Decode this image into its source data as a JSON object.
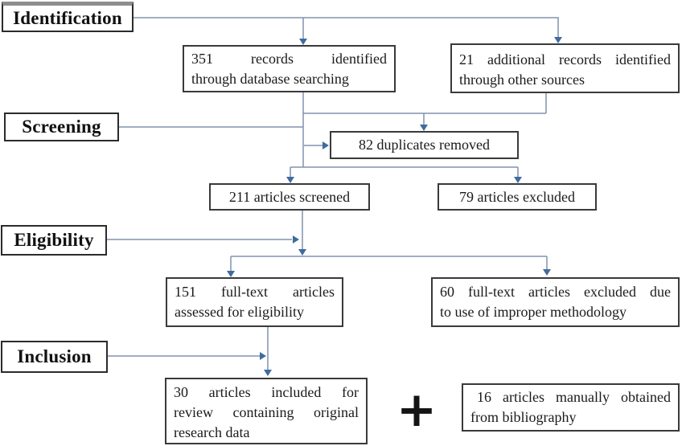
{
  "figure": {
    "type": "prisma-flow-diagram",
    "stages": {
      "identification": "Identification",
      "screening": "Screening",
      "eligibility": "Eligibility",
      "inclusion": "Inclusion"
    },
    "boxes": {
      "records_database": {
        "value": 351,
        "lines": [
          "351 records identified",
          "through database searching"
        ]
      },
      "records_other": {
        "value": 21,
        "lines": [
          "21 additional records identified",
          "through other sources"
        ]
      },
      "duplicates_removed": {
        "value": 82,
        "lines": [
          "82 duplicates removed"
        ]
      },
      "articles_screened": {
        "value": 211,
        "lines": [
          "211 articles screened"
        ]
      },
      "articles_excluded": {
        "value": 79,
        "lines": [
          "79 articles excluded"
        ]
      },
      "fulltext_assessed": {
        "value": 151,
        "lines": [
          "151 full-text articles",
          "assessed for eligibility"
        ]
      },
      "fulltext_excluded": {
        "value": 60,
        "lines": [
          "60 full-text articles excluded due",
          "to use of improper methodology"
        ]
      },
      "included_for_review": {
        "value": 30,
        "lines": [
          "30 articles included for",
          "review containing original",
          "research data"
        ]
      },
      "manually_obtained": {
        "value": 16,
        "lines": [
          "16 articles manually obtained",
          "from bibliography"
        ]
      }
    },
    "plus_symbol": "+",
    "colors": {
      "connector_line": "#8193ad",
      "arrowhead": "#416b9e",
      "box_border": "#3a3a3a",
      "label_border": "#2b2b2b",
      "text": "#1a1a1a",
      "background": "#ffffff"
    }
  }
}
